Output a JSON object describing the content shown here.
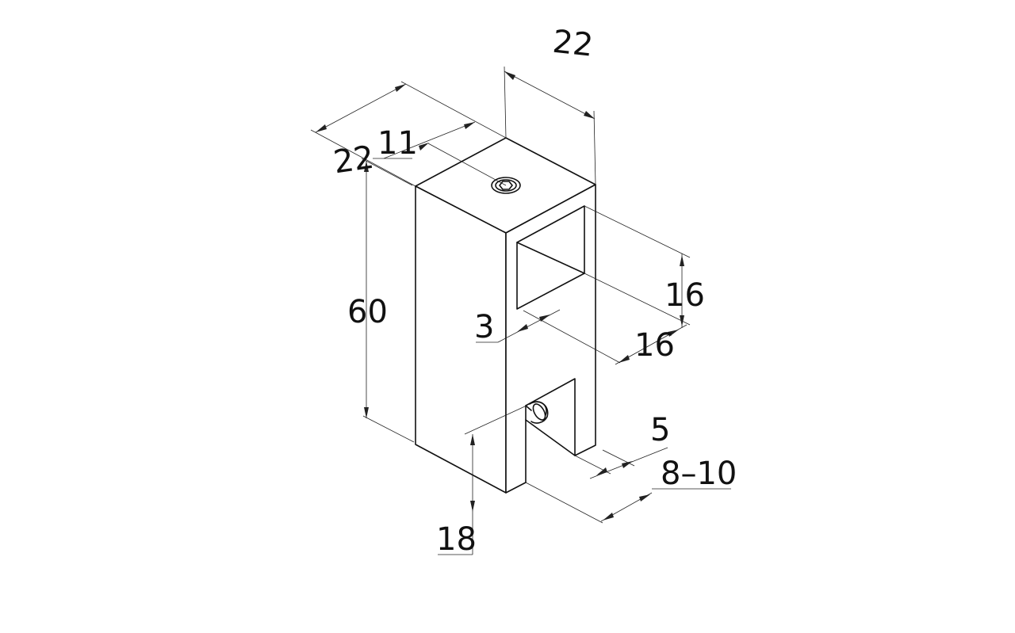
{
  "colors": {
    "line": "#111111",
    "dimension": "#222222",
    "background": "#ffffff"
  },
  "dimensions": {
    "width_left": "22",
    "width_right": "22",
    "hole_offset": "11",
    "height": "60",
    "wall": "3",
    "opening_height": "16",
    "opening_depth": "16",
    "slot_height": "18",
    "slot_width": "5",
    "clamp_range": "8–10"
  }
}
